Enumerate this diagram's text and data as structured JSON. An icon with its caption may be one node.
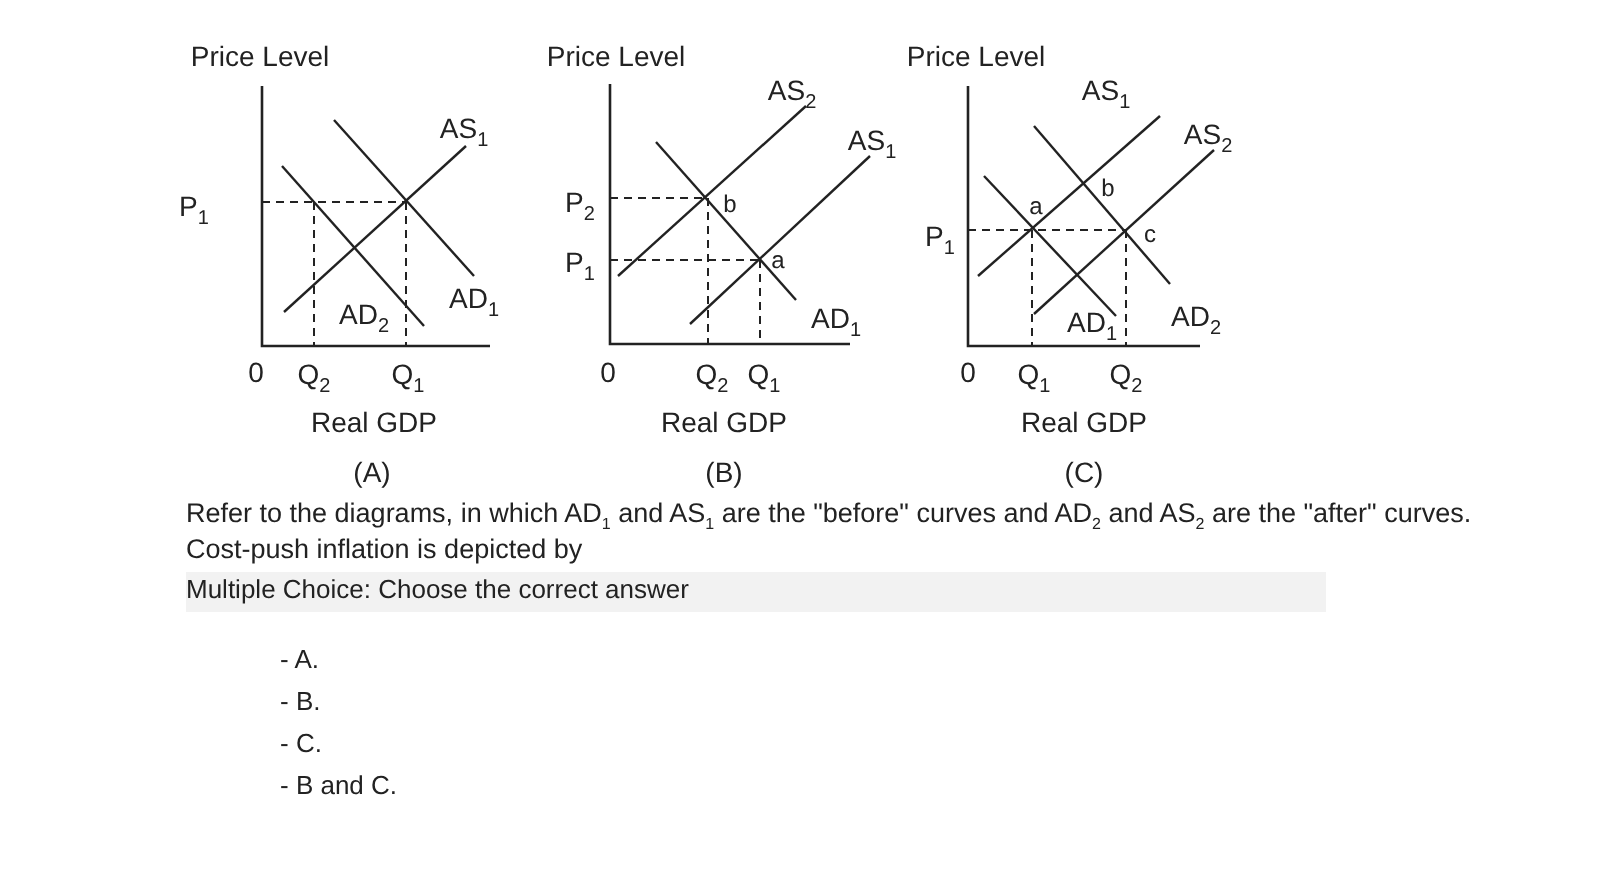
{
  "diagram": {
    "labels": [
      "Price Level",
      "AS$_{1}$",
      "P$_{1}$",
      "AD$_{2}$",
      "AD$_{1}$",
      "0",
      "Q$_{2}$",
      "Q$_{1}$",
      "Real GDP",
      "(A)",
      "Price Level",
      "AS$_{2}$",
      "AS$_{1}$",
      "P$_{2}$",
      "b",
      "P$_{1}$",
      "a",
      "AD$_{1}$",
      "0",
      "Q$_{2}$",
      "Q$_{1}$",
      "Real GDP",
      "(B)",
      "Price Level",
      "AS$_{1}$",
      "AS$_{2}$",
      "b",
      "a",
      "P$_{1}$",
      "c",
      "AD$_{1}$",
      "AD$_{2}$",
      "0",
      "Q$_{1}$",
      "Q$_{2}$",
      "Real GDP",
      "(C)",
      "Refer to the diagrams, in which AD$_{1}$ and AS$_{1}$ are the \"before\" curves and AD$_{2}$ and AS$_{2}$ are the \"after\" curves. Cost-push inflation is depicted by",
      "Multiple Choice: Choose the correct answer",
      "- A.",
      "- B.",
      "- C.",
      "- B and C."
    ]
  }
}
